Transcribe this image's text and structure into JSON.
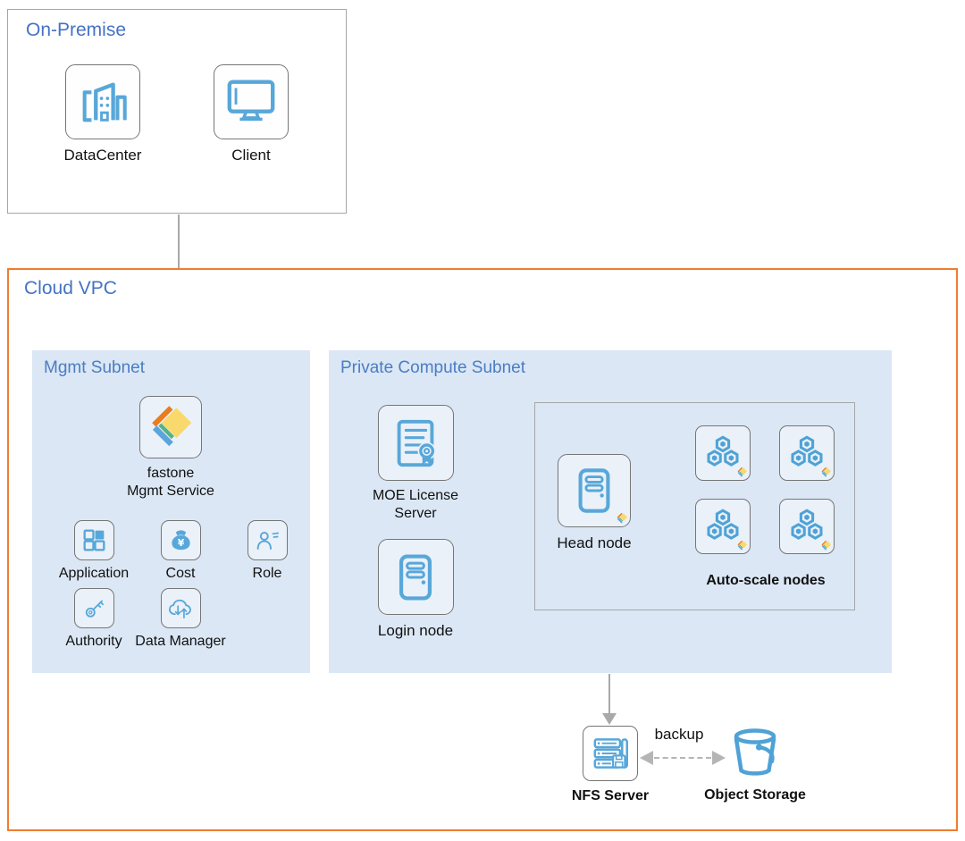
{
  "colors": {
    "accent_title_blue": "#4472c4",
    "icon_blue": "#58a7d9",
    "subnet_background": "#dbe7f5",
    "vpc_border_orange": "#ed7d31",
    "box_border_gray": "#767676",
    "arrow_gray": "#a9a9a9",
    "label_black": "#111111",
    "fastone_orange": "#e87d1e",
    "fastone_yellow": "#f9d96c",
    "fastone_green": "#53b483",
    "fastone_blue": "#5aa5dc"
  },
  "on_premise": {
    "title": "On-Premise",
    "nodes": [
      {
        "label": "DataCenter",
        "icon": "building-icon"
      },
      {
        "label": "Client",
        "icon": "monitor-icon"
      }
    ]
  },
  "cloud_vpc": {
    "title": "Cloud VPC",
    "mgmt_subnet": {
      "title": "Mgmt Subnet",
      "service": {
        "line1": "fastone",
        "line2": "Mgmt Service",
        "icon": "fastone-logo"
      },
      "tools": [
        {
          "label": "Application",
          "icon": "app-grid-icon"
        },
        {
          "label": "Cost",
          "icon": "money-bag-icon"
        },
        {
          "label": "Role",
          "icon": "person-list-icon"
        },
        {
          "label": "Authority",
          "icon": "key-icon"
        },
        {
          "label": "Data Manager",
          "icon": "cloud-transfer-icon"
        }
      ]
    },
    "compute_subnet": {
      "title": "Private Compute Subnet",
      "moe_license": {
        "line1": "MOE License",
        "line2": "Server",
        "icon": "certificate-icon"
      },
      "login_node": {
        "label": "Login node",
        "icon": "server-tower-icon"
      },
      "cluster": {
        "head_node": {
          "label": "Head node",
          "icon": "server-tower-icon"
        },
        "autoscale": {
          "label": "Auto-scale nodes",
          "count": 4,
          "icon": "hexagon-cluster-icon"
        }
      }
    },
    "storage": {
      "nfs": {
        "label": "NFS Server",
        "icon": "server-save-icon"
      },
      "backup_label": "backup",
      "object_storage": {
        "label": "Object Storage",
        "icon": "bucket-icon"
      }
    }
  }
}
